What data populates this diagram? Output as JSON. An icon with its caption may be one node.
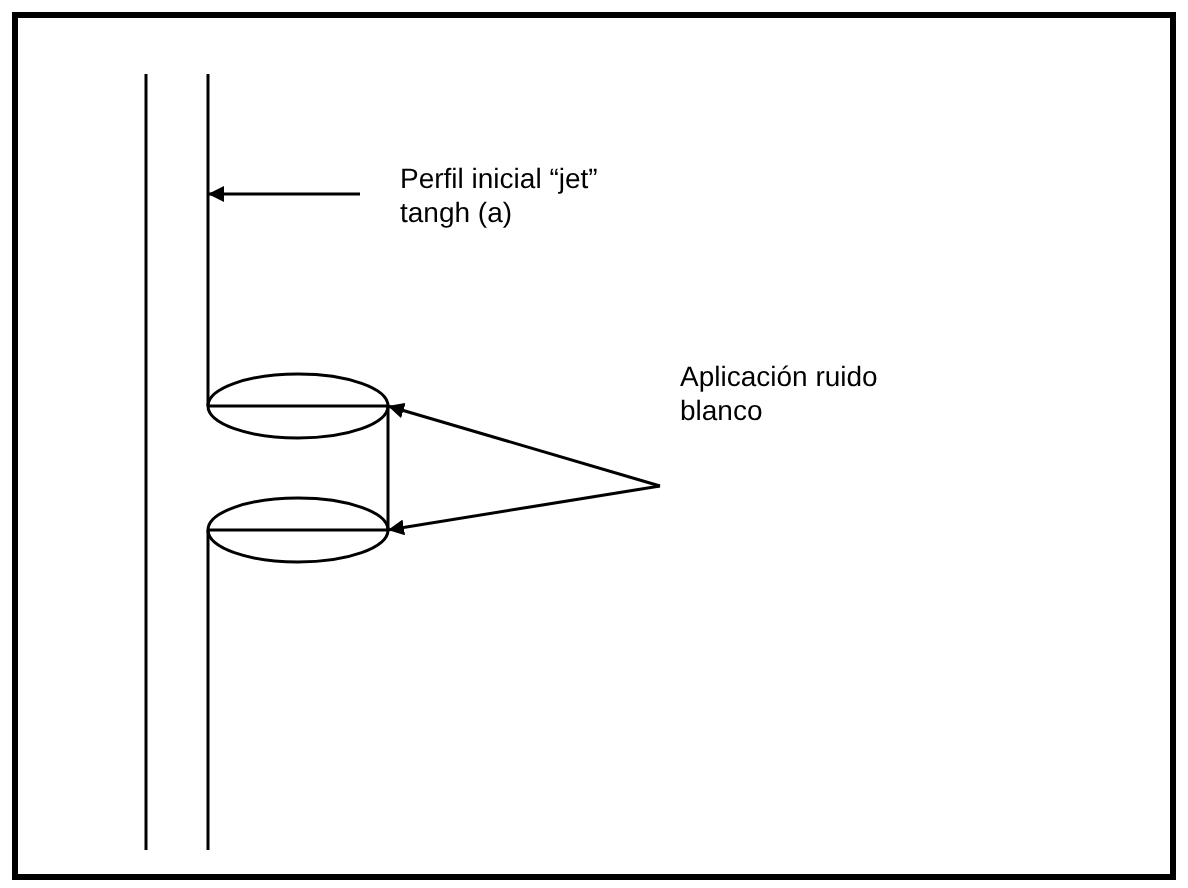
{
  "diagram": {
    "nodes": [
      {
        "text": [
          "Perfil inicial “jet” tangh (a)"
        ]
      },
      {
        "text": [],
        "shape": "line"
      },
      {
        "text": [
          "Aplicación ruido blanco"
        ]
      },
      {
        "text": [],
        "shape": "ellipse"
      },
      {
        "text": [],
        "shape": "ellipse"
      }
    ],
    "edges": [
      {
        "from": 0,
        "to": 1,
        "arrow": "to"
      },
      {
        "from": 2,
        "to": 3,
        "arrow": "to"
      },
      {
        "from": 2,
        "to": 4,
        "arrow": "to"
      }
    ]
  }
}
